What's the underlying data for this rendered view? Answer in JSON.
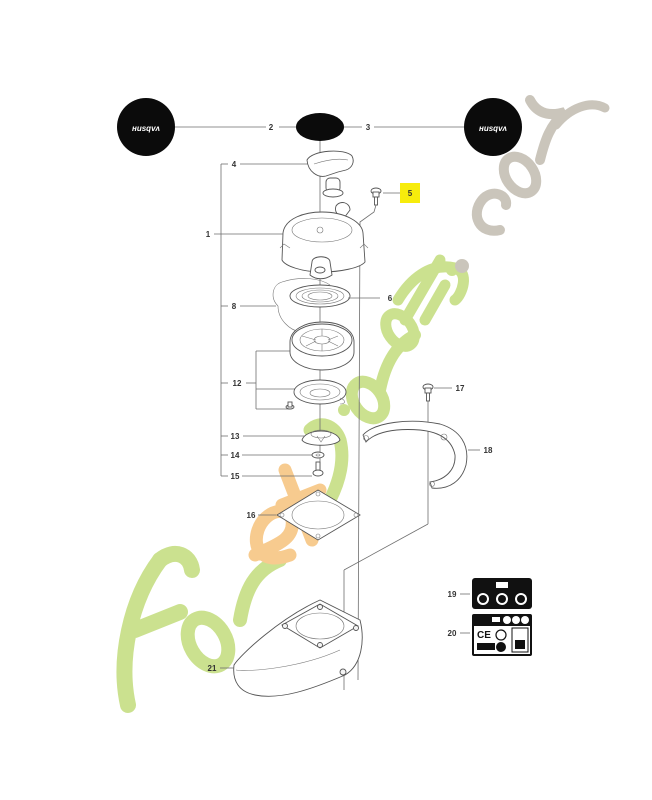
{
  "diagram": {
    "type": "exploded-parts-diagram",
    "subject": "recoil starter assembly",
    "callouts": [
      {
        "id": "1",
        "label": "1"
      },
      {
        "id": "2",
        "label": "2"
      },
      {
        "id": "3",
        "label": "3"
      },
      {
        "id": "4",
        "label": "4"
      },
      {
        "id": "5",
        "label": "5",
        "highlighted": true,
        "highlight_color": "#f7ec0c"
      },
      {
        "id": "6",
        "label": "6"
      },
      {
        "id": "8",
        "label": "8"
      },
      {
        "id": "12",
        "label": "12"
      },
      {
        "id": "13",
        "label": "13"
      },
      {
        "id": "14",
        "label": "14"
      },
      {
        "id": "15",
        "label": "15"
      },
      {
        "id": "16",
        "label": "16"
      },
      {
        "id": "17",
        "label": "17"
      },
      {
        "id": "18",
        "label": "18"
      },
      {
        "id": "19",
        "label": "19"
      },
      {
        "id": "20",
        "label": "20"
      },
      {
        "id": "21",
        "label": "21"
      }
    ],
    "decal_logo_text": "HUSQVARNA"
  },
  "watermark": {
    "text_part1": "Foret",
    "text_part2": "jardin",
    "text_part3": ".com",
    "colors": {
      "green": "#c9e08a",
      "orange": "#f7c98a",
      "gray": "#c8c2b8"
    }
  }
}
